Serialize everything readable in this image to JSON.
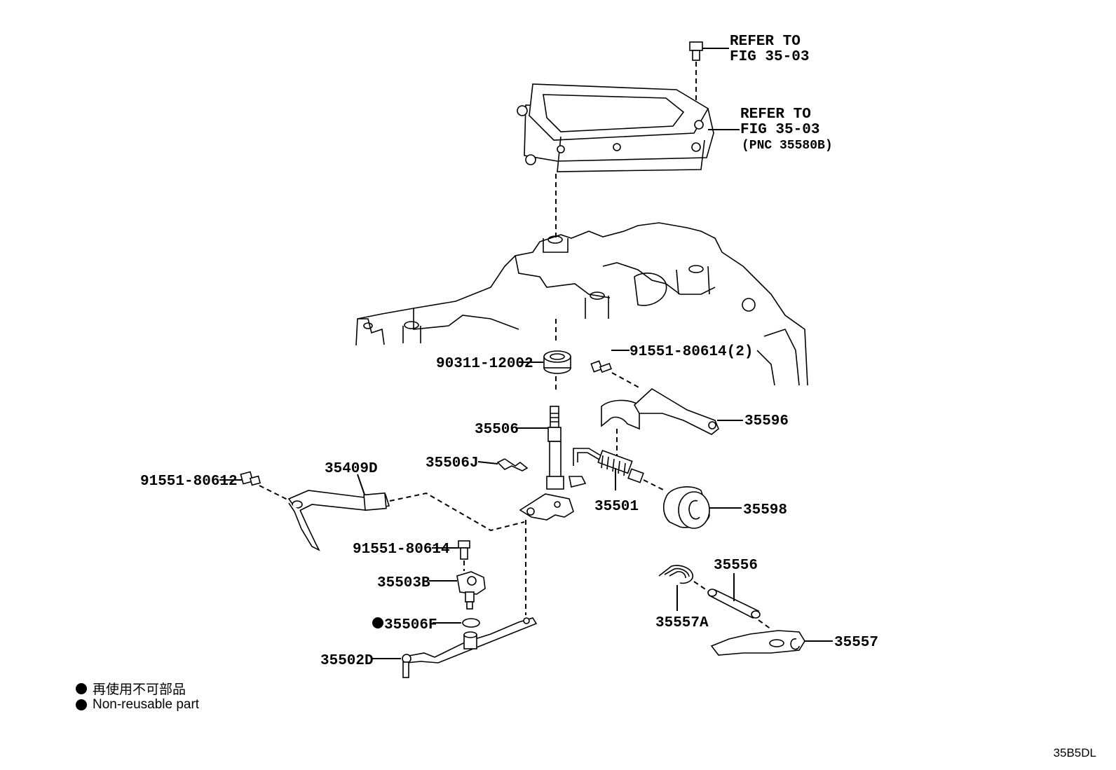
{
  "references": [
    {
      "line1": "REFER TO",
      "line2": "FIG 35-03",
      "line3": ""
    },
    {
      "line1": "REFER TO",
      "line2": "FIG 35-03",
      "line3": "(PNC 35580B)"
    }
  ],
  "parts": {
    "p90311": "90311-12002",
    "p91551_2": "91551-80614(2)",
    "p35506": "35506",
    "p35596": "35596",
    "p35506J": "35506J",
    "p35409D": "35409D",
    "p91551_80612": "91551-80612",
    "p35501": "35501",
    "p35598": "35598",
    "p91551_80614": "91551-80614",
    "p35503B": "35503B",
    "p35506F": "35506F",
    "p35502D": "35502D",
    "p35556": "35556",
    "p35557A": "35557A",
    "p35557": "35557"
  },
  "legend": [
    {
      "text": "再使用不可部品",
      "icon": "filled-circle-icon"
    },
    {
      "text": "Non-reusable part",
      "icon": "filled-circle-icon"
    }
  ],
  "illustration_code": "35B5DL"
}
